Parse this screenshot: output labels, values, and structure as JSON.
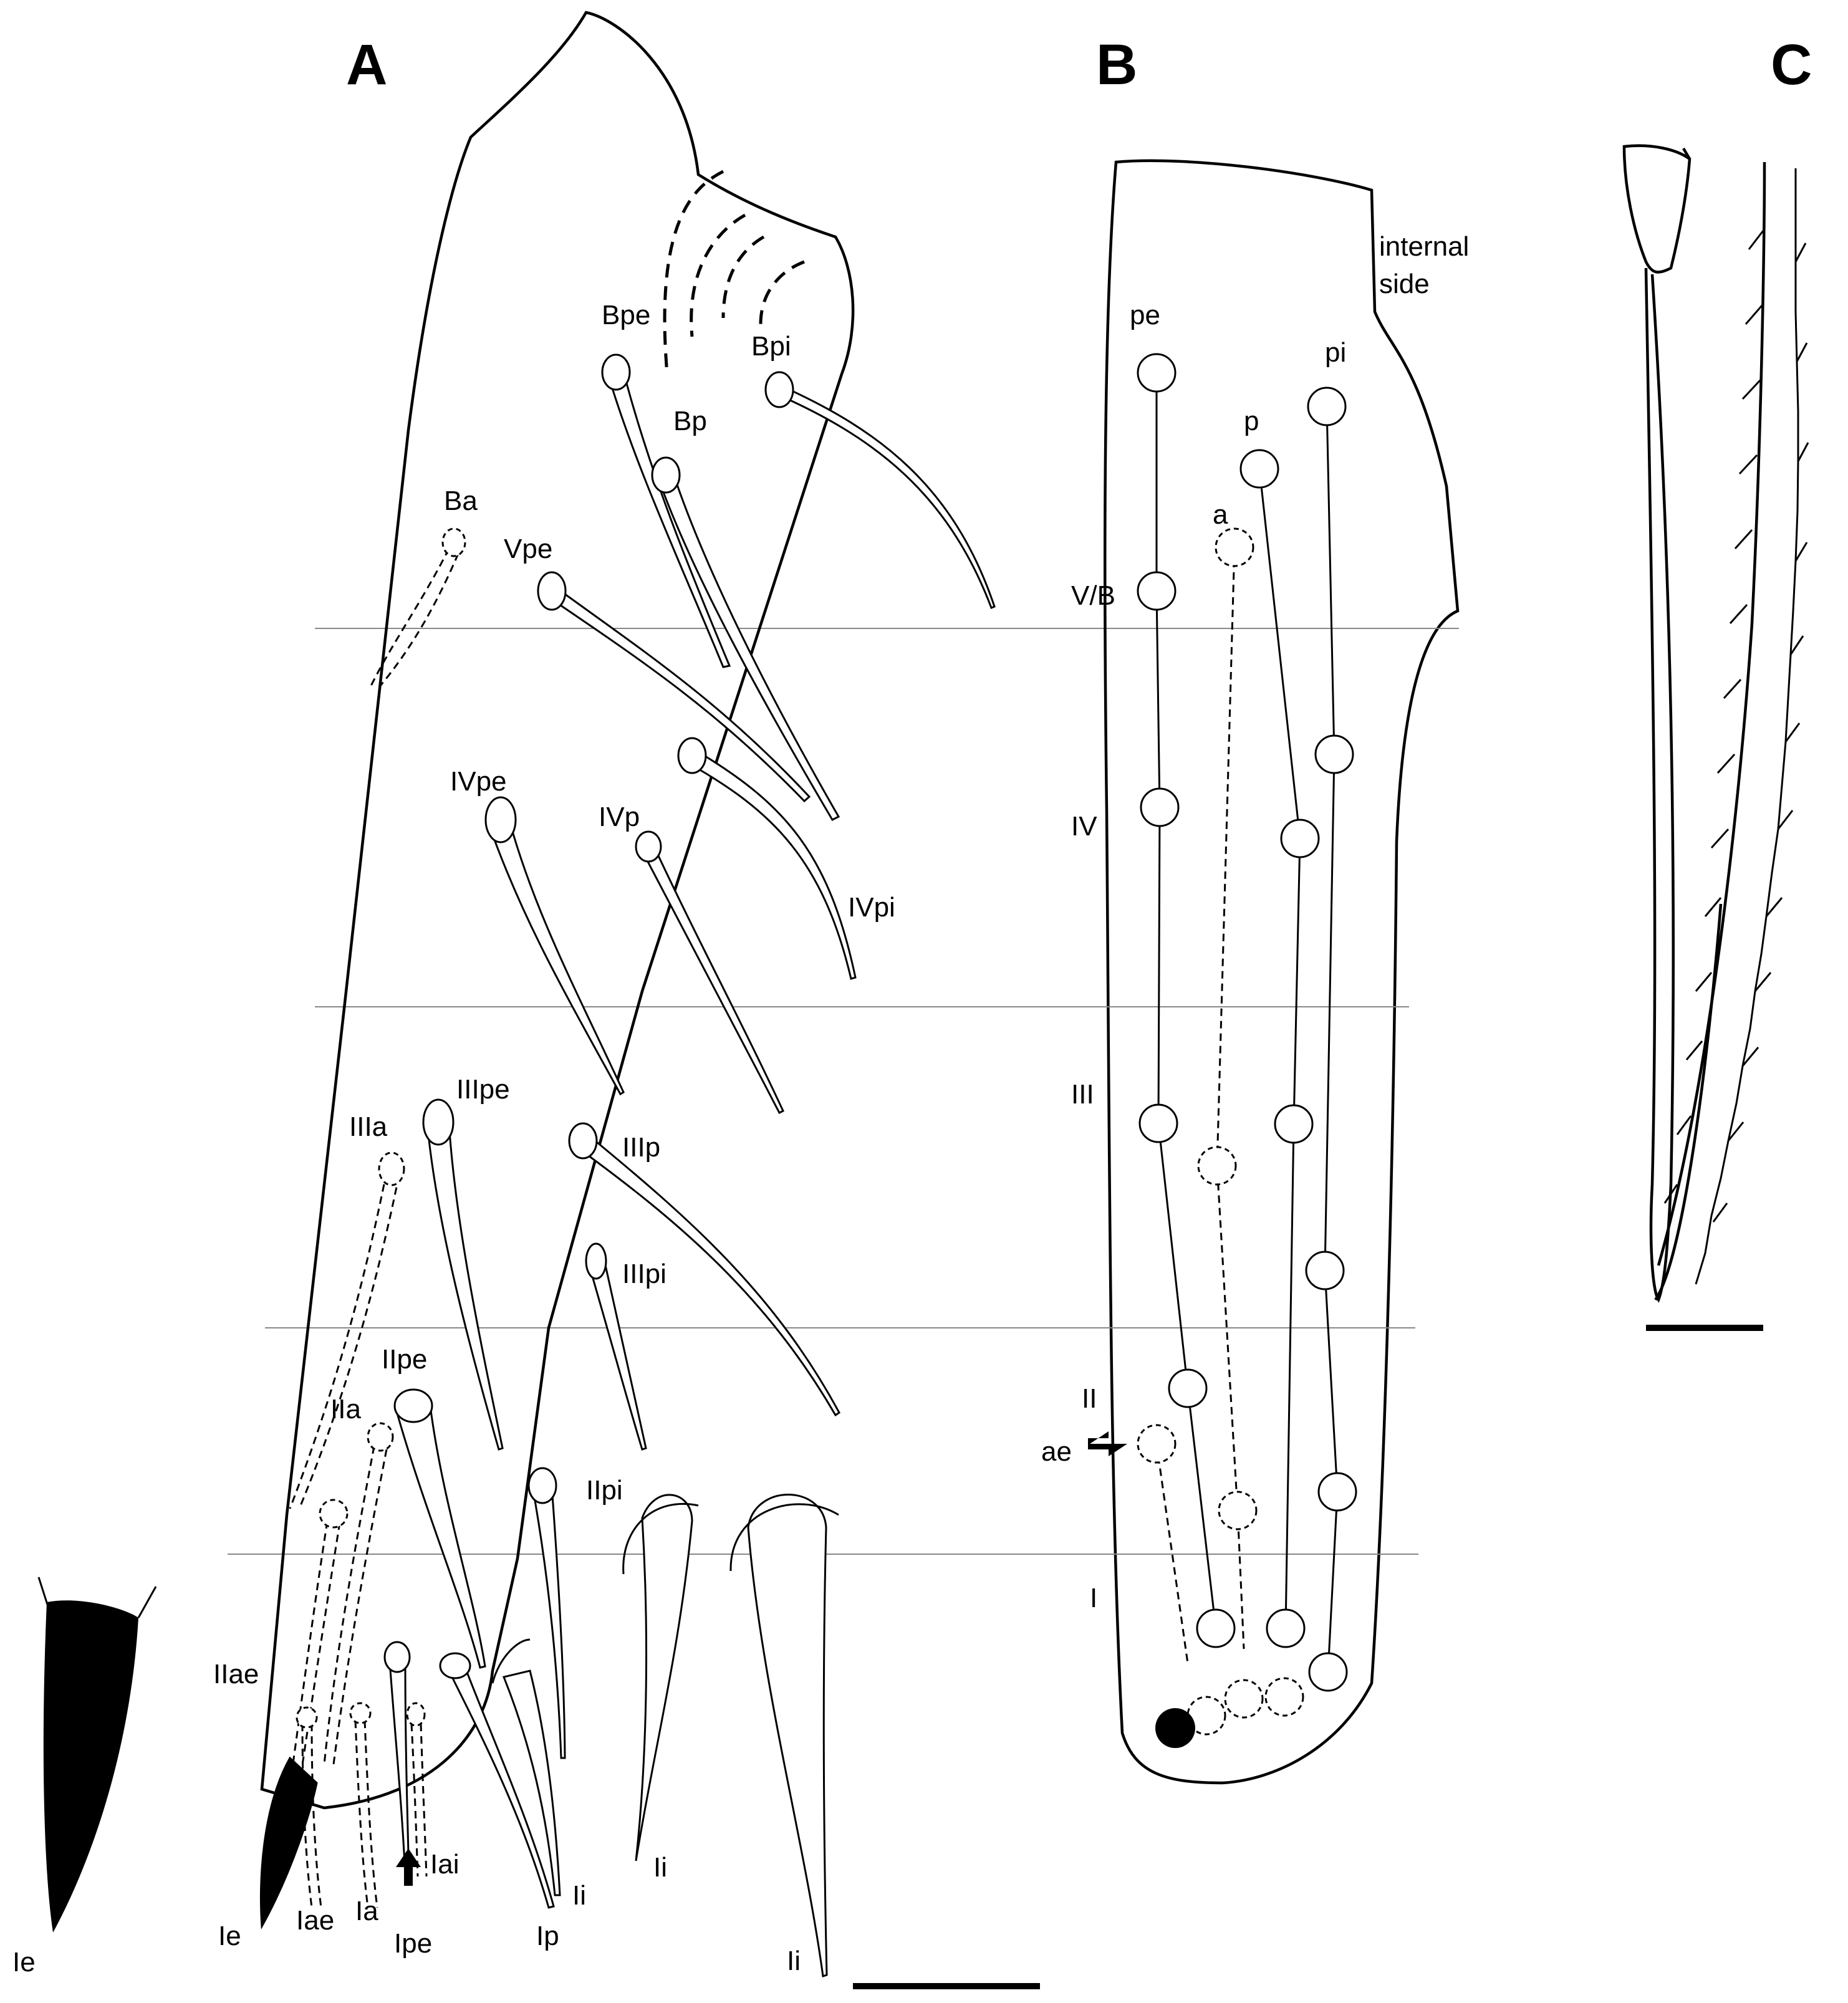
{
  "panels": {
    "a": "A",
    "b": "B",
    "c": "C"
  },
  "panel_a": {
    "setae": [
      "Bpe",
      "Bp",
      "Bpi",
      "Ba",
      "Vpe",
      "IVpe",
      "IVp",
      "IVpi",
      "IIIpe",
      "IIIa",
      "IIIp",
      "IIIpi",
      "IIpe",
      "IIa",
      "IIpi",
      "IIae",
      "Ie",
      "Iae",
      "Ia",
      "Ipe",
      "Iai",
      "Ip",
      "Ii"
    ],
    "inset_label": "Ie",
    "large_setae": [
      "Ii",
      "Ii"
    ]
  },
  "panel_b": {
    "side_label_1": "internal",
    "side_label_2": "side",
    "columns": [
      "pe",
      "p",
      "a",
      "pi"
    ],
    "rows": [
      "V/B",
      "IV",
      "III",
      "II",
      "I"
    ],
    "arrow_label": "ae"
  }
}
